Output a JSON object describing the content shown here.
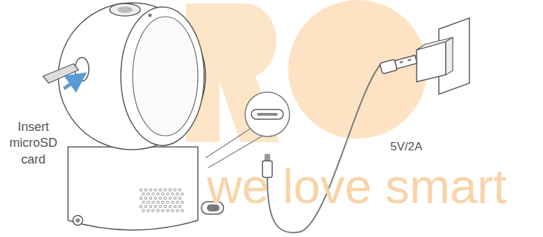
{
  "diagram": {
    "labels": [
      "Insert microSD card",
      "5V/2A",
      "we love smart"
    ]
  }
}
